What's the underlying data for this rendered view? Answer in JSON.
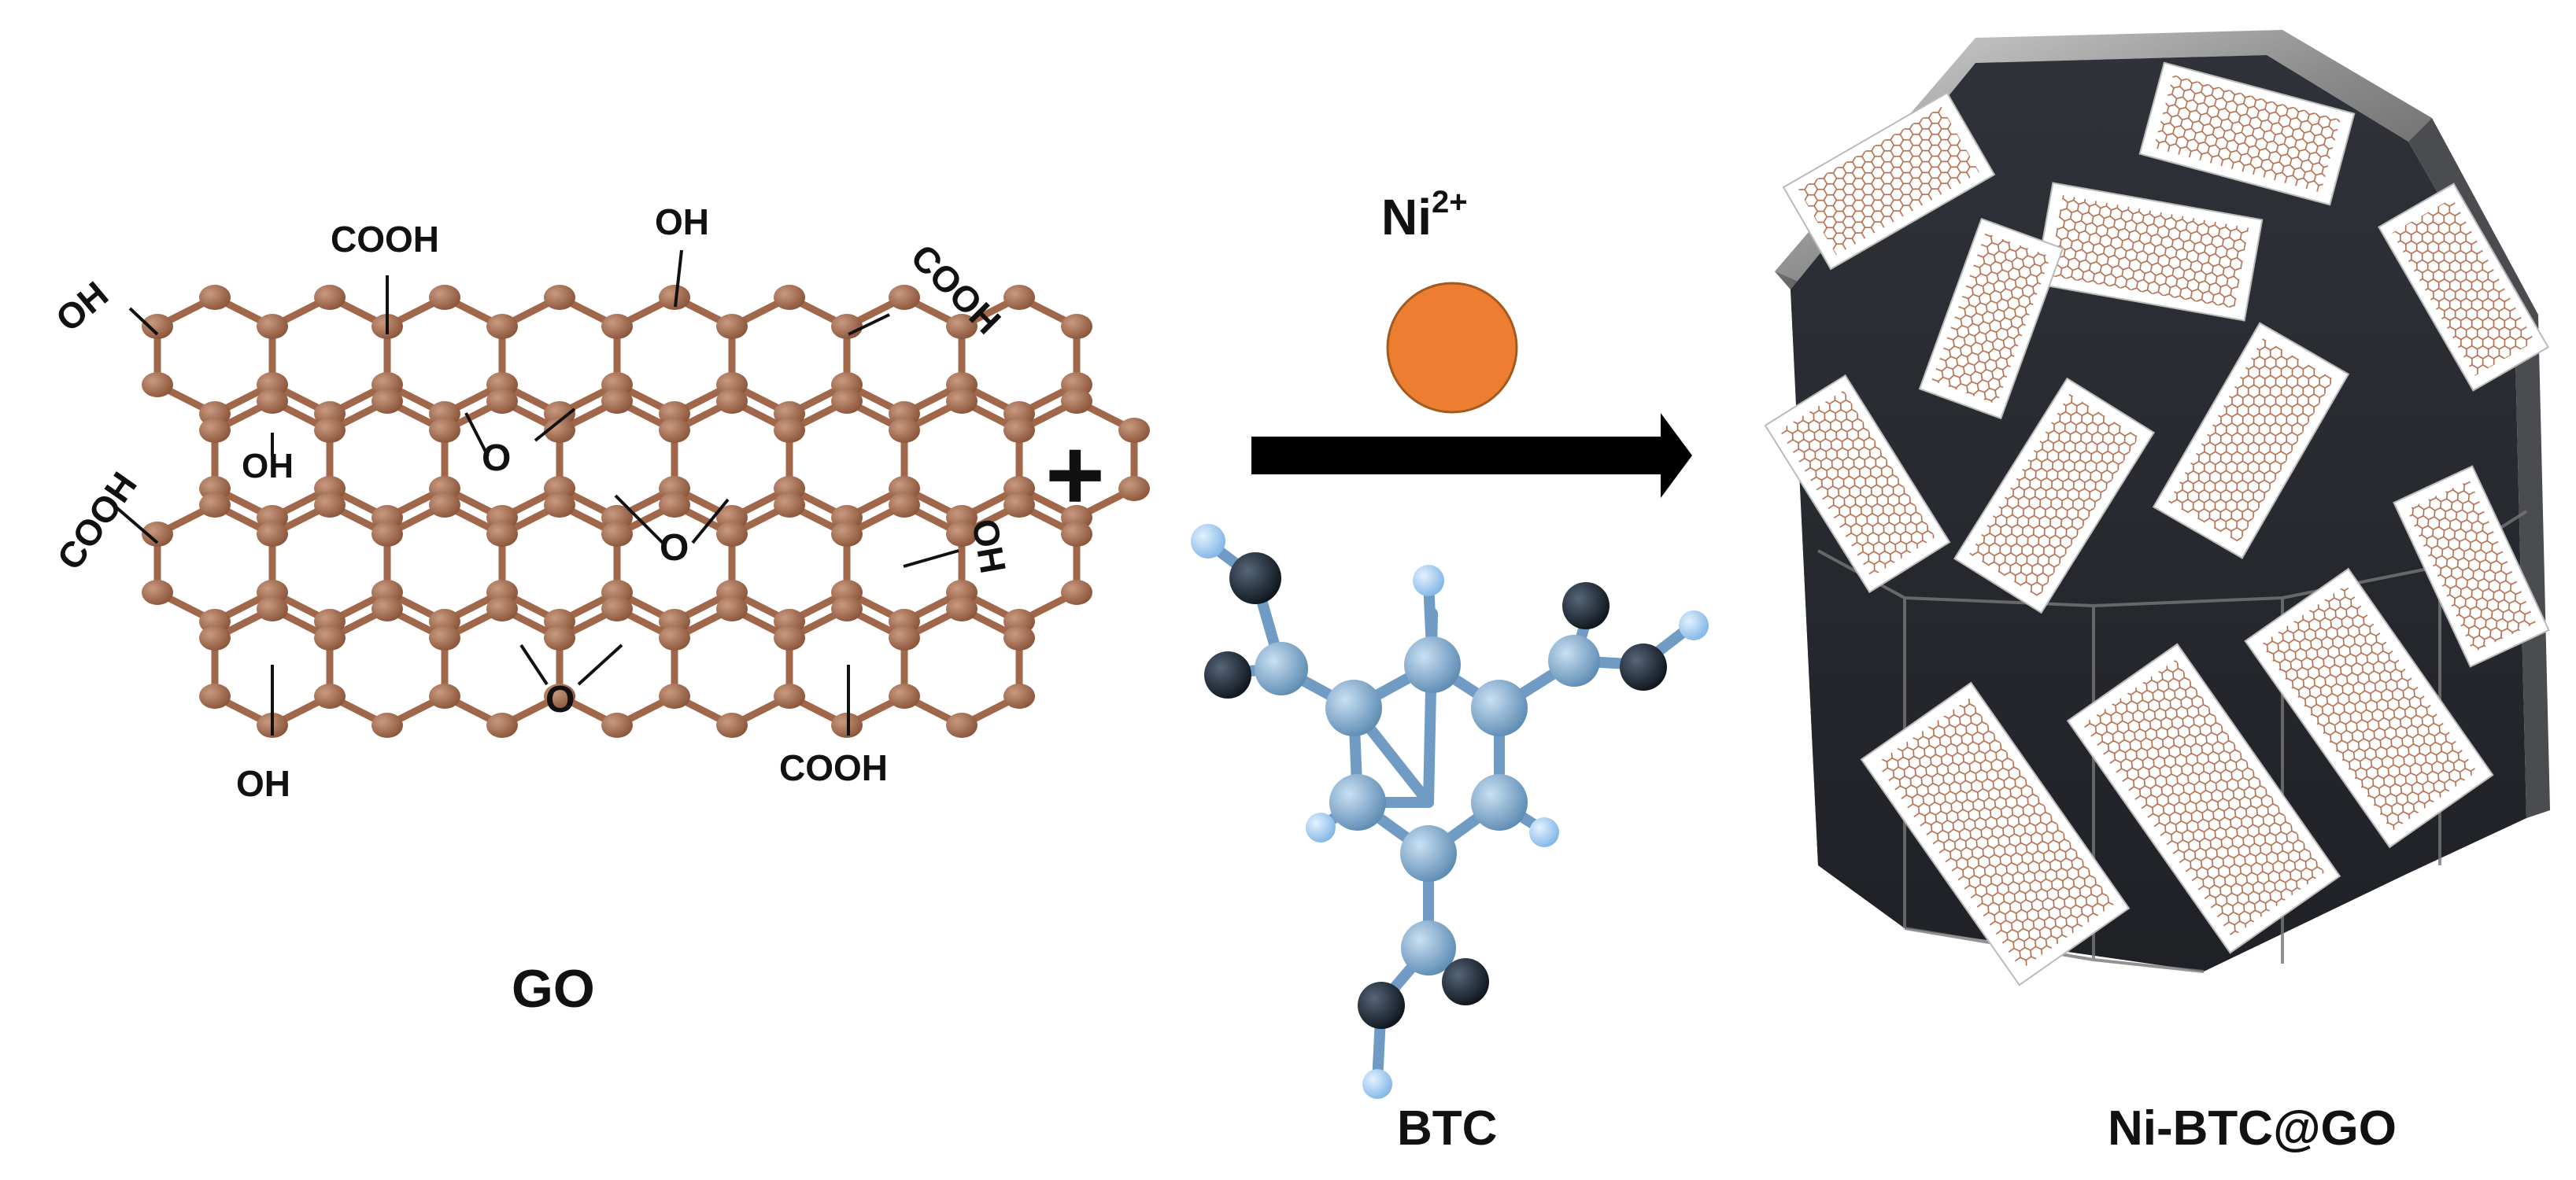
{
  "go": {
    "caption": "GO",
    "groups": {
      "oh_top_left": "OH",
      "cooh_top": "COOH",
      "oh_top": "OH",
      "cooh_top_right": "COOH",
      "oh_inner": "OH",
      "epoxy_1": "O",
      "epoxy_2": "O",
      "epoxy_3": "O",
      "cooh_left": "COOH",
      "oh_right": "OH",
      "oh_bottom": "OH",
      "cooh_bottom": "COOH"
    }
  },
  "plus_symbol": "+",
  "reagent": {
    "ion_base": "Ni",
    "ion_charge": "2+",
    "ion_color": "#ED7D31",
    "linker_caption": "BTC"
  },
  "product": {
    "caption": "Ni-BTC@GO"
  },
  "colors": {
    "carbon_go": "#A0674A",
    "btc_carbon": "#7BA4C8",
    "btc_hydrogen": "#9CC8EE",
    "btc_oxygen": "#1B2530",
    "crystal_face": "#2A2D33"
  }
}
